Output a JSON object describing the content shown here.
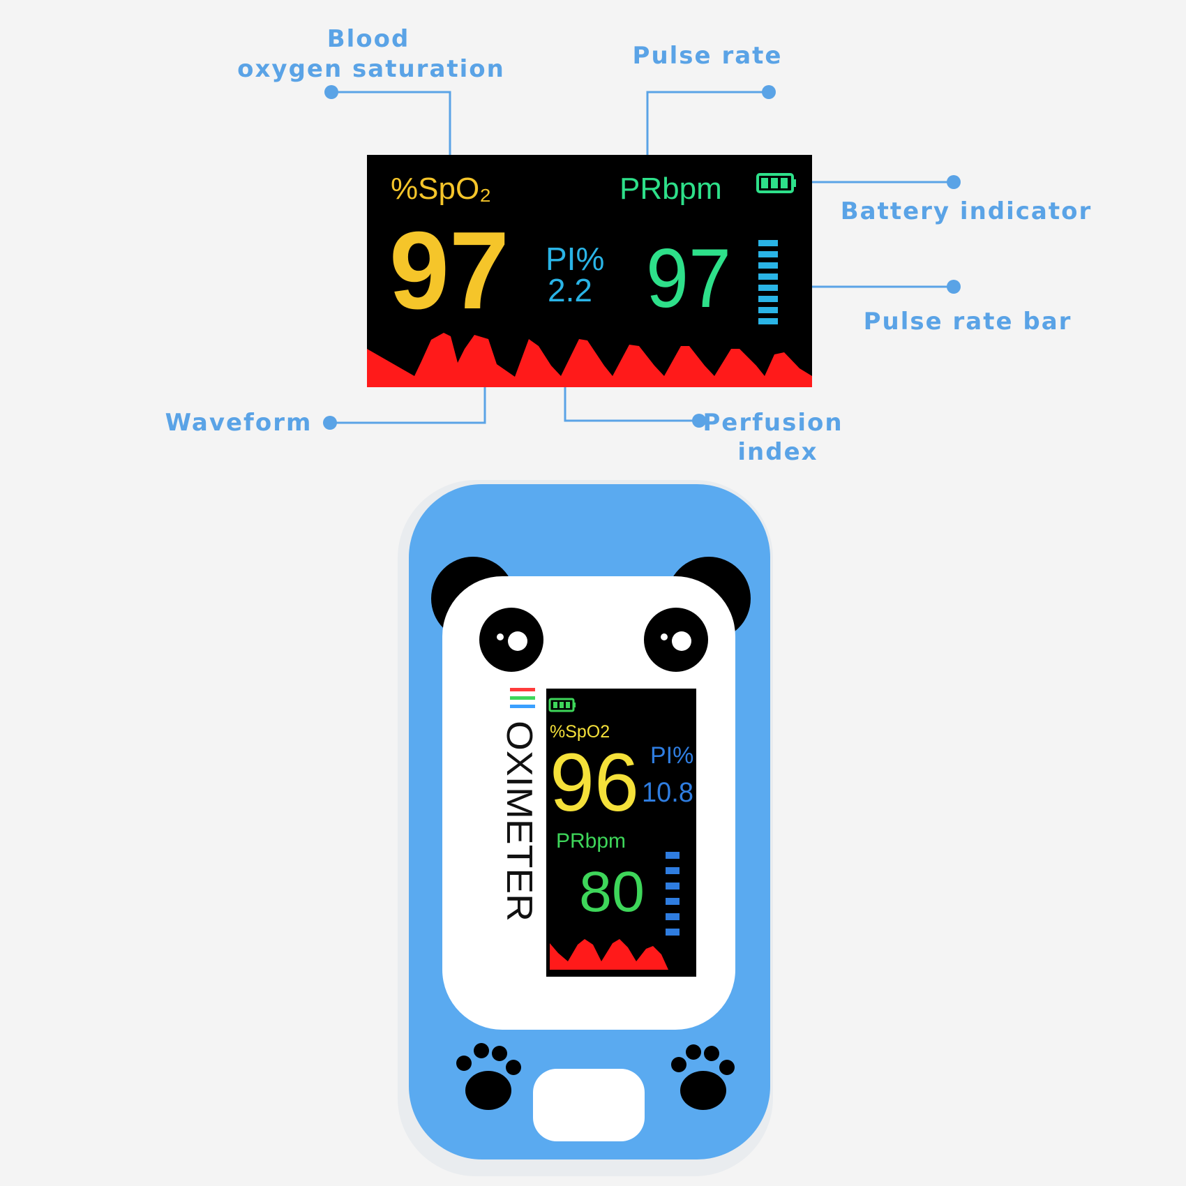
{
  "colors": {
    "background": "#f4f4f4",
    "callout": "#5aa3e6",
    "spo2": "#f5c52a",
    "pr": "#2ee08a",
    "pi": "#2ab4e6",
    "waveform": "#ff1a1a",
    "screen": "#000000",
    "device_shell": "#5aaaf0",
    "device_face": "#ffffff",
    "panda": "#000000"
  },
  "screen": {
    "spo2_label": "%SpO₂",
    "spo2_value": "97",
    "pr_label": "PRbpm",
    "pr_value": "97",
    "pi_label": "PI%",
    "pi_value": "2.2",
    "pulse_bar_segments": 8,
    "battery_cells": 3
  },
  "callouts": {
    "spo2_line1": "Blood",
    "spo2_line2": "oxygen saturation",
    "pulse_rate": "Pulse rate",
    "battery": "Battery indicator",
    "pulse_bar": "Pulse rate bar",
    "waveform": "Waveform",
    "perfusion_line1": "Perfusion",
    "perfusion_line2": "index"
  },
  "device": {
    "brand_text": "OXIMETER",
    "spo2_label": "%SpO2",
    "spo2_value": "96",
    "pi_label": "PI%",
    "pi_value": "10.8",
    "pr_label": "PRbpm",
    "pr_value": "80",
    "pulse_bar_segments": 6
  }
}
